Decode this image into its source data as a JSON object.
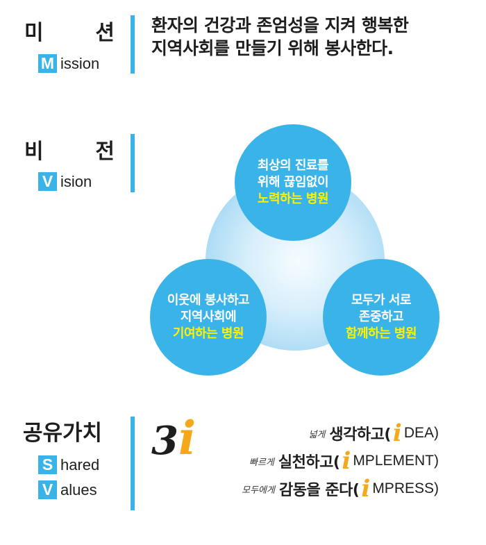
{
  "mission": {
    "title_chars": [
      "미",
      "션"
    ],
    "en_initial": "M",
    "en_rest": "ission",
    "statement_lines": [
      "환자의 건강과 존엄성을 지켜 행복한",
      "지역사회를 만들기 위해 봉사한다."
    ]
  },
  "vision": {
    "title_chars": [
      "비",
      "전"
    ],
    "en_initial": "V",
    "en_rest": "ision",
    "circles": [
      {
        "position": "top",
        "lines": [
          "최상의 진료를",
          "위해 끊임없이"
        ],
        "highlight": "노력하는 병원"
      },
      {
        "position": "left",
        "lines": [
          "이웃에 봉사하고",
          "지역사회에"
        ],
        "highlight": "기여하는 병원"
      },
      {
        "position": "right",
        "lines": [
          "모두가 서로",
          "존중하고"
        ],
        "highlight": "함께하는 병원"
      }
    ]
  },
  "shared_values": {
    "title": "공유가치",
    "labels": [
      {
        "initial": "S",
        "rest": "hared"
      },
      {
        "initial": "V",
        "rest": "alues"
      }
    ],
    "logo_number": "3",
    "logo_letter": "i",
    "values": [
      {
        "handwritten": "넓게",
        "main": "생각하고(",
        "i": "i",
        "en": "DEA)"
      },
      {
        "handwritten": "빠르게",
        "main": "실천하고(",
        "i": "i",
        "en": "MPLEMENT)"
      },
      {
        "handwritten": "모두에게",
        "main": "감동을 준다(",
        "i": "i",
        "en": "MPRESS)"
      }
    ]
  },
  "colors": {
    "accent_blue": "#3ab4e8",
    "highlight_yellow": "#fff200",
    "i_orange": "#f5a91a",
    "text_dark": "#1e1e1e"
  }
}
